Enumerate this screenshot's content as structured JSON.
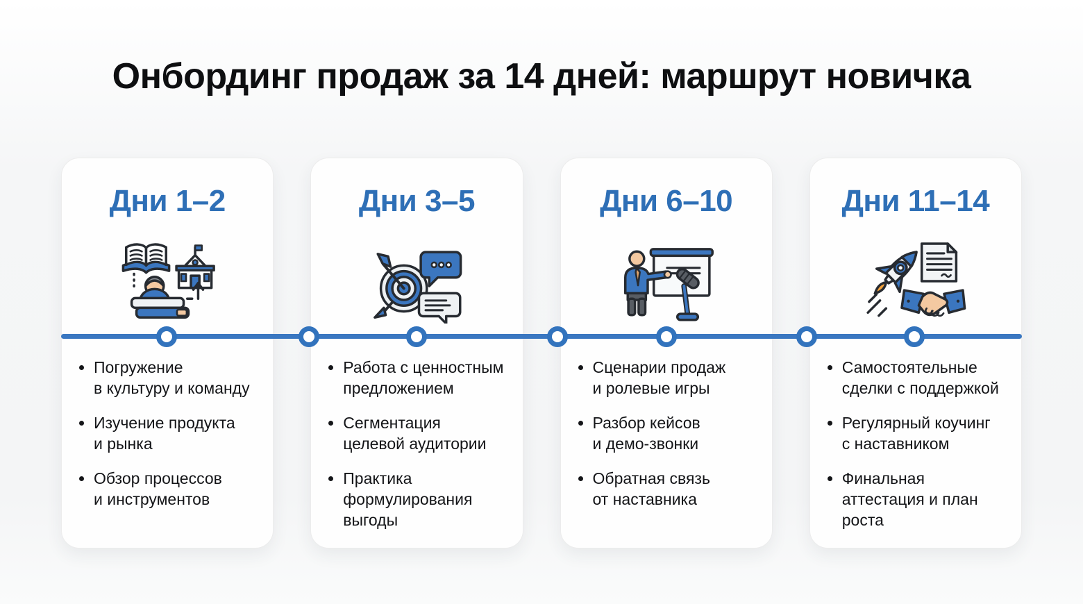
{
  "title": "Онбординг продаж за 14 дней: маршрут новичка",
  "colors": {
    "accent": "#2e6fb6",
    "timeline": "#3a77c1",
    "text": "#141518"
  },
  "cards": [
    {
      "title": "Дни 1–2",
      "icon": "learning-school-icon",
      "bullets": [
        "Погружение\nв культуру и команду",
        "Изучение продукта\nи рынка",
        "Обзор процессов\nи инструментов"
      ]
    },
    {
      "title": "Дни 3–5",
      "icon": "target-messaging-icon",
      "bullets": [
        "Работа с ценностным\nпредложением",
        "Сегментация\nцелевой аудитории",
        "Практика\nформулирования\nвыгоды"
      ]
    },
    {
      "title": "Дни 6–10",
      "icon": "presentation-roleplay-icon",
      "bullets": [
        "Сценарии продаж\nи ролевые игры",
        "Разбор кейсов\nи демо-звонки",
        "Обратная связь\nот наставника"
      ]
    },
    {
      "title": "Дни 11–14",
      "icon": "rocket-handshake-icon",
      "bullets": [
        "Самостоятельные\nсделки с поддержкой",
        "Регулярный коучинг\nс наставником",
        "Финальная\nаттестация и план\nроста"
      ]
    }
  ]
}
